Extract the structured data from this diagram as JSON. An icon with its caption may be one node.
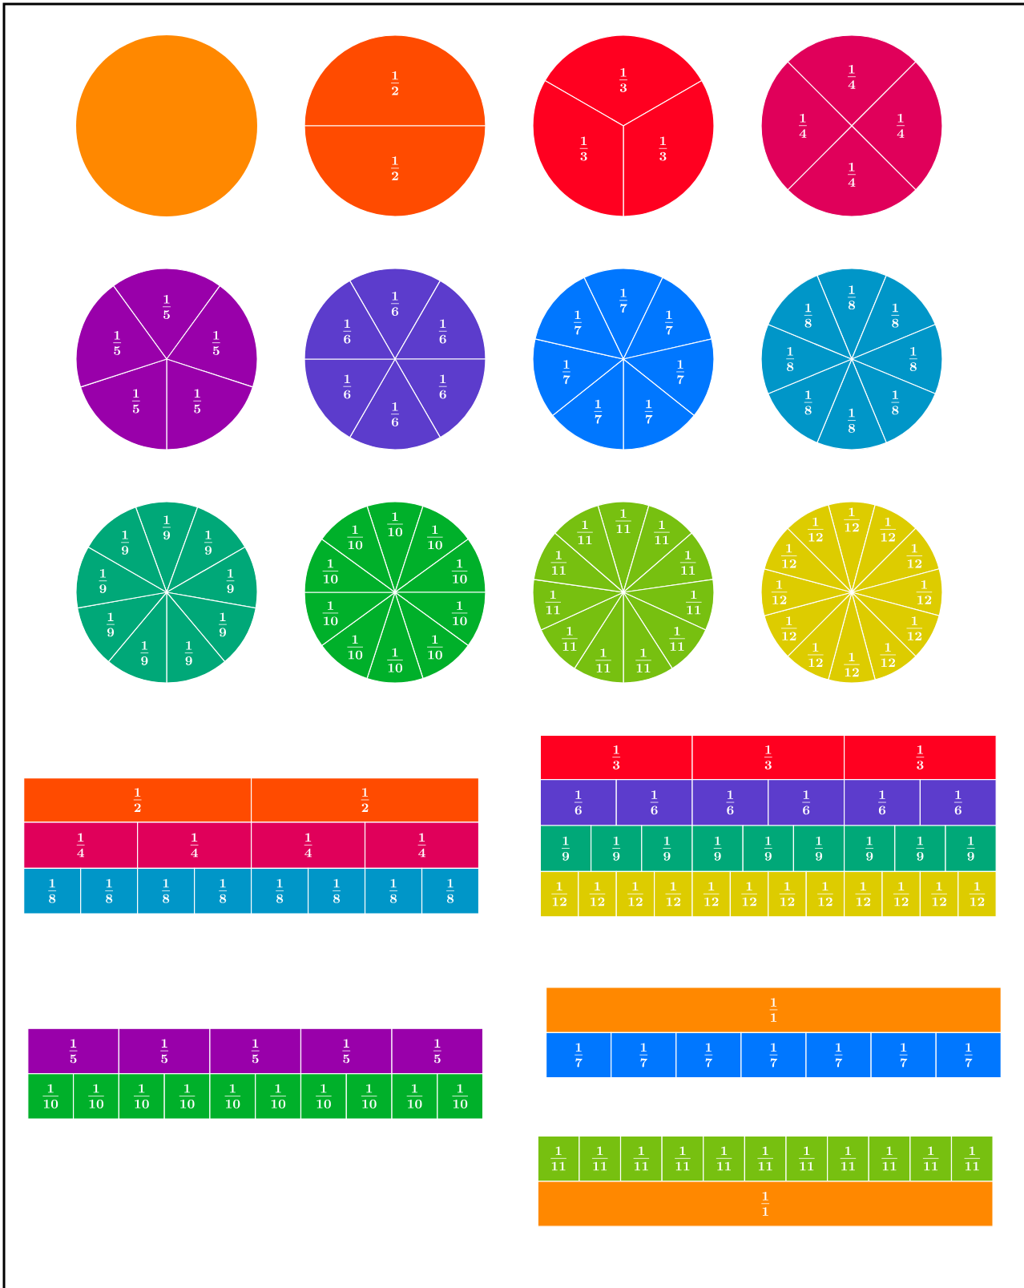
{
  "diagram": {
    "nodes": [
      {
        "text": [],
        "shape": "circle"
      },
      {
        "text": [
          "\\frac{1}{2}"
        ]
      },
      {
        "text": [
          "\\frac{1}{2}"
        ]
      },
      {
        "text": [
          "\\frac{1}{3}"
        ]
      },
      {
        "text": [
          "\\frac{1}{3}"
        ]
      },
      {
        "text": [
          "\\frac{1}{3}"
        ]
      },
      {
        "text": [
          "\\frac{1}{4}"
        ]
      },
      {
        "text": [
          "\\frac{1}{4}"
        ]
      },
      {
        "text": [
          "\\frac{1}{4}"
        ]
      },
      {
        "text": [
          "\\frac{1}{4}"
        ]
      },
      {
        "text": [
          "\\frac{1}{5}"
        ]
      },
      {
        "text": [
          "\\frac{1}{5}"
        ]
      },
      {
        "text": [
          "\\frac{1}{5}"
        ]
      },
      {
        "text": [
          "\\frac{1}{5}"
        ]
      },
      {
        "text": [
          "\\frac{1}{5}"
        ]
      },
      {
        "text": [
          "\\frac{1}{6}"
        ]
      },
      {
        "text": [
          "\\frac{1}{6}"
        ]
      },
      {
        "text": [
          "\\frac{1}{6}"
        ]
      },
      {
        "text": [
          "\\frac{1}{6}"
        ]
      },
      {
        "text": [
          "\\frac{1}{6}"
        ]
      },
      {
        "text": [
          "\\frac{1}{6}"
        ]
      },
      {
        "text": [
          "\\frac{1}{7}"
        ]
      },
      {
        "text": [
          "\\frac{1}{7}"
        ]
      },
      {
        "text": [
          "\\frac{1}{7}"
        ]
      },
      {
        "text": [
          "\\frac{1}{7}"
        ]
      },
      {
        "text": [
          "\\frac{1}{7}"
        ]
      },
      {
        "text": [
          "\\frac{1}{7}"
        ]
      },
      {
        "text": [
          "\\frac{1}{7}"
        ]
      },
      {
        "text": [
          "\\frac{1}{8}"
        ]
      },
      {
        "text": [
          "\\frac{1}{8}"
        ]
      },
      {
        "text": [
          "\\frac{1}{8}"
        ]
      },
      {
        "text": [
          "\\frac{1}{8}"
        ]
      },
      {
        "text": [
          "\\frac{1}{8}"
        ]
      },
      {
        "text": [
          "\\frac{1}{8}"
        ]
      },
      {
        "text": [
          "\\frac{1}{8}"
        ]
      },
      {
        "text": [
          "\\frac{1}{8}"
        ]
      },
      {
        "text": [
          "\\frac{1}{9}"
        ]
      },
      {
        "text": [
          "\\frac{1}{9}"
        ]
      },
      {
        "text": [
          "\\frac{1}{9}"
        ]
      },
      {
        "text": [
          "\\frac{1}{9}"
        ]
      },
      {
        "text": [
          "\\frac{1}{9}"
        ]
      },
      {
        "text": [
          "\\frac{1}{9}"
        ]
      },
      {
        "text": [
          "\\frac{1}{9}"
        ]
      },
      {
        "text": [
          "\\frac{1}{9}"
        ]
      },
      {
        "text": [
          "\\frac{1}{9}"
        ]
      },
      {
        "text": [
          "\\frac{1}{10}"
        ]
      },
      {
        "text": [
          "\\frac{1}{10}"
        ]
      },
      {
        "text": [
          "\\frac{1}{10}"
        ]
      },
      {
        "text": [
          "\\frac{1}{10}"
        ]
      },
      {
        "text": [
          "\\frac{1}{10}"
        ]
      },
      {
        "text": [
          "\\frac{1}{10}"
        ]
      },
      {
        "text": [
          "\\frac{1}{10}"
        ]
      },
      {
        "text": [
          "\\frac{1}{10}"
        ]
      },
      {
        "text": [
          "\\frac{1}{10}"
        ]
      },
      {
        "text": [
          "\\frac{1}{10}"
        ]
      },
      {
        "text": [
          "\\frac{1}{11}"
        ]
      },
      {
        "text": [
          "\\frac{1}{11}"
        ]
      },
      {
        "text": [
          "\\frac{1}{11}"
        ]
      },
      {
        "text": [
          "\\frac{1}{11}"
        ]
      },
      {
        "text": [
          "\\frac{1}{11}"
        ]
      },
      {
        "text": [
          "\\frac{1}{11}"
        ]
      },
      {
        "text": [
          "\\frac{1}{11}"
        ]
      },
      {
        "text": [
          "\\frac{1}{11}"
        ]
      },
      {
        "text": [
          "\\frac{1}{11}"
        ]
      },
      {
        "text": [
          "\\frac{1}{11}"
        ]
      },
      {
        "text": [
          "\\frac{1}{11}"
        ]
      },
      {
        "text": [
          "\\frac{1}{12}"
        ]
      },
      {
        "text": [
          "\\frac{1}{12}"
        ]
      },
      {
        "text": [
          "\\frac{1}{12}"
        ]
      },
      {
        "text": [
          "\\frac{1}{12}"
        ]
      },
      {
        "text": [
          "\\frac{1}{12}"
        ]
      },
      {
        "text": [
          "\\frac{1}{12}"
        ]
      },
      {
        "text": [
          "\\frac{1}{12}"
        ]
      },
      {
        "text": [
          "\\frac{1}{12}"
        ]
      },
      {
        "text": [
          "\\frac{1}{12}"
        ]
      },
      {
        "text": [
          "\\frac{1}{12}"
        ]
      },
      {
        "text": [
          "\\frac{1}{12}"
        ]
      },
      {
        "text": [
          "\\frac{1}{12}"
        ]
      },
      {
        "text": [
          "\\frac{1}{2}"
        ]
      },
      {
        "text": [
          "\\frac{1}{2}"
        ]
      },
      {
        "text": [
          "\\frac{1}{4}"
        ]
      },
      {
        "text": [
          "\\frac{1}{4}"
        ]
      },
      {
        "text": [
          "\\frac{1}{4}"
        ]
      },
      {
        "text": [
          "\\frac{1}{4}"
        ]
      },
      {
        "text": [
          "\\frac{1}{8}"
        ]
      },
      {
        "text": [
          "\\frac{1}{8}"
        ]
      },
      {
        "text": [
          "\\frac{1}{8}"
        ]
      },
      {
        "text": [
          "\\frac{1}{8}"
        ]
      },
      {
        "text": [
          "\\frac{1}{8}"
        ]
      },
      {
        "text": [
          "\\frac{1}{8}"
        ]
      },
      {
        "text": [
          "\\frac{1}{8}"
        ]
      },
      {
        "text": [
          "\\frac{1}{8}"
        ]
      },
      {
        "text": [
          "\\frac{1}{3}"
        ]
      },
      {
        "text": [
          "\\frac{1}{3}"
        ]
      },
      {
        "text": [
          "\\frac{1}{3}"
        ]
      },
      {
        "text": [
          "\\frac{1}{6}"
        ]
      },
      {
        "text": [
          "\\frac{1}{6}"
        ]
      },
      {
        "text": [
          "\\frac{1}{6}"
        ]
      },
      {
        "text": [
          "\\frac{1}{6}"
        ]
      },
      {
        "text": [
          "\\frac{1}{6}"
        ]
      },
      {
        "text": [
          "\\frac{1}{6}"
        ]
      },
      {
        "text": [
          "\\frac{1}{9}"
        ]
      },
      {
        "text": [
          "\\frac{1}{9}"
        ]
      },
      {
        "text": [
          "\\frac{1}{9}"
        ]
      },
      {
        "text": [
          "\\frac{1}{9}"
        ]
      },
      {
        "text": [
          "\\frac{1}{9}"
        ]
      },
      {
        "text": [
          "\\frac{1}{9}"
        ]
      },
      {
        "text": [
          "\\frac{1}{9}"
        ]
      },
      {
        "text": [
          "\\frac{1}{9}"
        ]
      },
      {
        "text": [
          "\\frac{1}{9}"
        ]
      },
      {
        "text": [
          "\\frac{1}{12}"
        ]
      },
      {
        "text": [
          "\\frac{1}{12}"
        ]
      },
      {
        "text": [
          "\\frac{1}{12}"
        ]
      },
      {
        "text": [
          "\\frac{1}{12}"
        ]
      },
      {
        "text": [
          "\\frac{1}{12}"
        ]
      },
      {
        "text": [
          "\\frac{1}{12}"
        ]
      },
      {
        "text": [
          "\\frac{1}{12}"
        ]
      },
      {
        "text": [
          "\\frac{1}{12}"
        ]
      },
      {
        "text": [
          "\\frac{1}{12}"
        ]
      },
      {
        "text": [
          "\\frac{1}{12}"
        ]
      },
      {
        "text": [
          "\\frac{1}{12}"
        ]
      },
      {
        "text": [
          "\\frac{1}{12}"
        ]
      },
      {
        "text": [
          "\\frac{1}{5}"
        ]
      },
      {
        "text": [
          "\\frac{1}{5}"
        ]
      },
      {
        "text": [
          "\\frac{1}{5}"
        ]
      },
      {
        "text": [
          "\\frac{1}{5}"
        ]
      },
      {
        "text": [
          "\\frac{1}{5}"
        ]
      },
      {
        "text": [
          "\\frac{1}{10}"
        ]
      },
      {
        "text": [
          "\\frac{1}{10}"
        ]
      },
      {
        "text": [
          "\\frac{1}{10}"
        ]
      },
      {
        "text": [
          "\\frac{1}{10}"
        ]
      },
      {
        "text": [
          "\\frac{1}{10}"
        ]
      },
      {
        "text": [
          "\\frac{1}{10}"
        ]
      },
      {
        "text": [
          "\\frac{1}{10}"
        ]
      },
      {
        "text": [
          "\\frac{1}{10}"
        ]
      },
      {
        "text": [
          "\\frac{1}{10}"
        ]
      },
      {
        "text": [
          "\\frac{1}{10}"
        ]
      },
      {
        "text": [
          "\\frac{1}{1}"
        ]
      },
      {
        "text": [
          "\\frac{1}{7}"
        ]
      },
      {
        "text": [
          "\\frac{1}{7}"
        ]
      },
      {
        "text": [
          "\\frac{1}{7}"
        ]
      },
      {
        "text": [
          "\\frac{1}{7}"
        ]
      },
      {
        "text": [
          "\\frac{1}{7}"
        ]
      },
      {
        "text": [
          "\\frac{1}{7}"
        ]
      },
      {
        "text": [
          "\\frac{1}{7}"
        ]
      },
      {
        "text": [
          "\\frac{1}{11}"
        ]
      },
      {
        "text": [
          "\\frac{1}{11}"
        ]
      },
      {
        "text": [
          "\\frac{1}{11}"
        ]
      },
      {
        "text": [
          "\\frac{1}{11}"
        ]
      },
      {
        "text": [
          "\\frac{1}{11}"
        ]
      },
      {
        "text": [
          "\\frac{1}{11}"
        ]
      },
      {
        "text": [
          "\\frac{1}{11}"
        ]
      },
      {
        "text": [
          "\\frac{1}{11}"
        ]
      },
      {
        "text": [
          "\\frac{1}{11}"
        ]
      },
      {
        "text": [
          "\\frac{1}{11}"
        ]
      },
      {
        "text": [
          "\\frac{1}{11}"
        ]
      },
      {
        "text": [
          "\\frac{1}{1}"
        ]
      }
    ]
  }
}
